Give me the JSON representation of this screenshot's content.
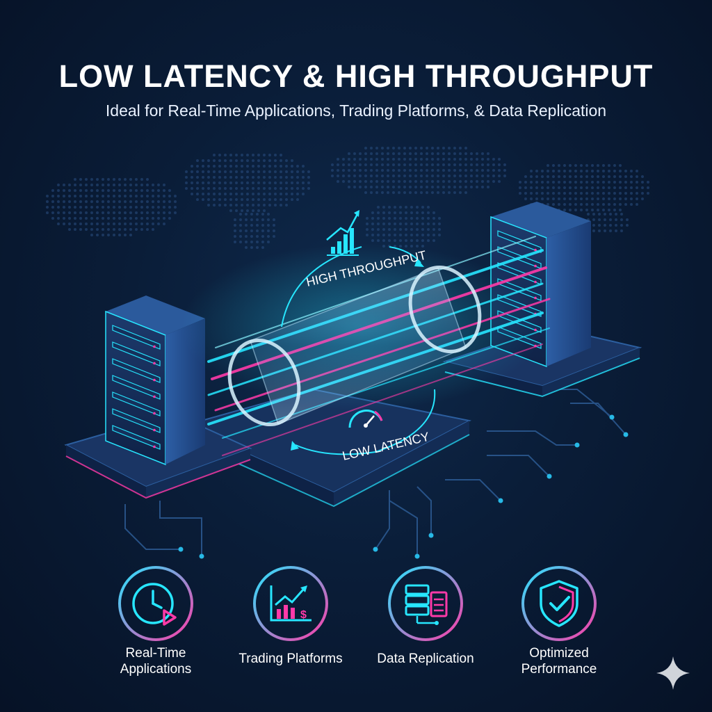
{
  "header": {
    "title": "LOW LATENCY & HIGH THROUGHPUT",
    "subtitle": "Ideal for Real-Time Applications, Trading Platforms, & Data Replication"
  },
  "diagram": {
    "throughput_label": "HIGH THROUGHPUT",
    "latency_label": "LOW LATENCY"
  },
  "features": [
    {
      "label": "Real-Time Applications",
      "icon": "clock-play-icon"
    },
    {
      "label": "Trading Platforms",
      "icon": "trading-chart-icon"
    },
    {
      "label": "Data Replication",
      "icon": "database-servers-icon"
    },
    {
      "label": "Optimized Performance",
      "icon": "shield-check-icon"
    }
  ],
  "colors": {
    "cyan": "#27e6ff",
    "magenta": "#ff3aa8",
    "background": "#0a1d38"
  }
}
